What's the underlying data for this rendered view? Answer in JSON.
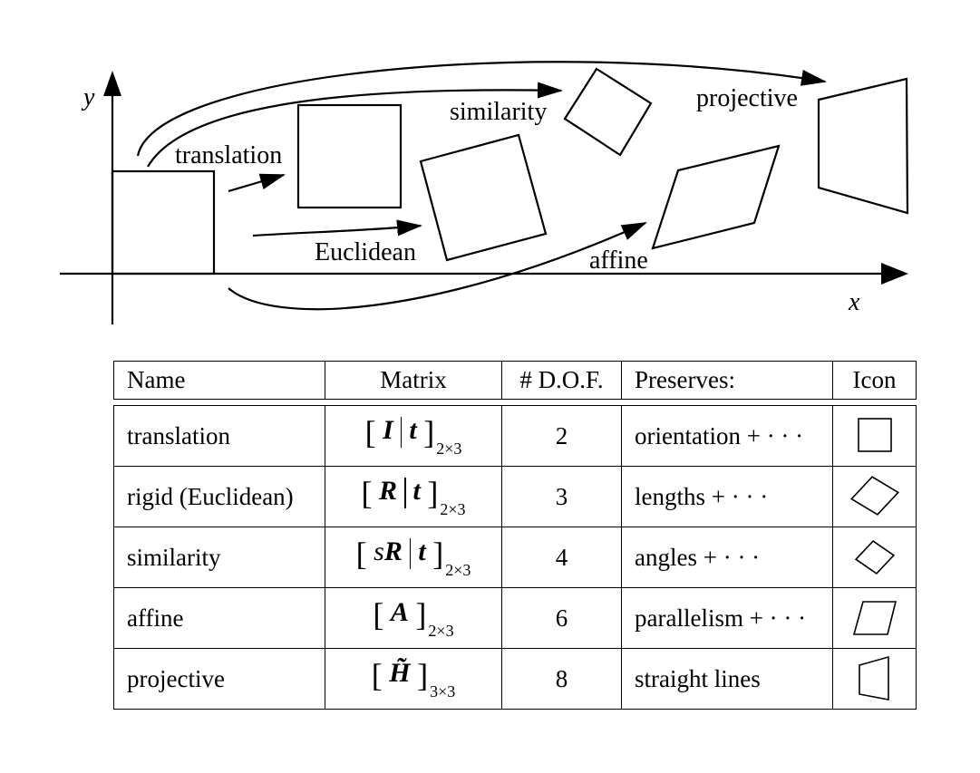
{
  "figure": {
    "axis_y_label": "y",
    "axis_x_label": "x",
    "labels": {
      "translation": "translation",
      "euclidean": "Euclidean",
      "similarity": "similarity",
      "affine": "affine",
      "projective": "projective"
    }
  },
  "table": {
    "headers": [
      "Name",
      "Matrix",
      "# D.O.F.",
      "Preserves:",
      "Icon"
    ],
    "rows": [
      {
        "name": "translation",
        "matrix_main": "I",
        "matrix_second": "t",
        "matrix_scalar": "",
        "matrix_size": "2×3",
        "dof": "2",
        "preserves": "orientation + · · ·",
        "icon": "square-icon"
      },
      {
        "name": "rigid (Euclidean)",
        "matrix_main": "R",
        "matrix_second": "t",
        "matrix_scalar": "",
        "matrix_size": "2×3",
        "dof": "3",
        "preserves": "lengths + · · ·",
        "icon": "rotated-square-icon"
      },
      {
        "name": "similarity",
        "matrix_main": "R",
        "matrix_second": "t",
        "matrix_scalar": "s",
        "matrix_size": "2×3",
        "dof": "4",
        "preserves": "angles + · · ·",
        "icon": "small-rotated-square-icon"
      },
      {
        "name": "affine",
        "matrix_main": "A",
        "matrix_second": "",
        "matrix_scalar": "",
        "matrix_size": "2×3",
        "dof": "6",
        "preserves": "parallelism + · · ·",
        "icon": "parallelogram-icon"
      },
      {
        "name": "projective",
        "matrix_main": "H̃",
        "matrix_second": "",
        "matrix_scalar": "",
        "matrix_size": "3×3",
        "dof": "8",
        "preserves": "straight lines",
        "icon": "trapezoid-icon"
      }
    ]
  }
}
